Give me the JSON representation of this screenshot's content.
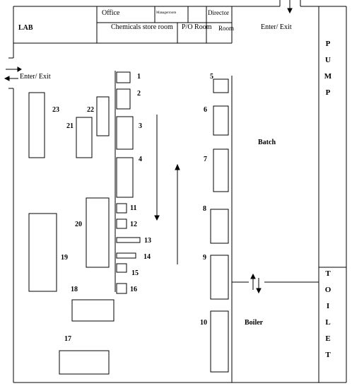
{
  "rooms": {
    "lab": "LAB",
    "office": "Office",
    "manager_room": "Managerroom",
    "director": "Director",
    "room": "Room",
    "chemicals_store_room": "Chemicals store room",
    "po_room": "P/O Room",
    "batch": "Batch",
    "boiler": "Boiler"
  },
  "entries": {
    "top_right": "Enter/  Exit",
    "left": "Enter/  Exit"
  },
  "side_panels": {
    "pump": [
      "P",
      "U",
      "M",
      "P"
    ],
    "toilet": [
      "T",
      "O",
      "I",
      "L",
      "E",
      "T"
    ]
  },
  "machines": {
    "m1": "1",
    "m2": "2",
    "m3": "3",
    "m4": "4",
    "m5": "5",
    "m6": "6",
    "m7": "7",
    "m8": "8",
    "m9": "9",
    "m10": "10",
    "m11": "11",
    "m12": "12",
    "m13": "13",
    "m14": "14",
    "m15": "15",
    "m16": "16",
    "m17": "17",
    "m18": "18",
    "m19": "19",
    "m20": "20",
    "m21": "21",
    "m22": "22",
    "m23": "23"
  }
}
